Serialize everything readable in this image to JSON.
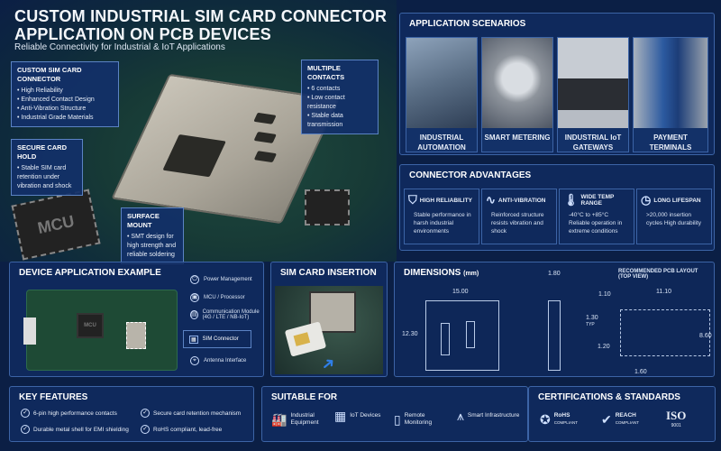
{
  "header": {
    "title_line1": "CUSTOM INDUSTRIAL SIM CARD CONNECTOR",
    "title_line2": "APPLICATION ON PCB DEVICES",
    "subtitle": "Reliable Connectivity for Industrial & IoT Applications"
  },
  "hero": {
    "chip_label": "MCU",
    "callouts": [
      {
        "title": "CUSTOM SIM CARD CONNECTOR",
        "items": [
          "High Reliability",
          "Enhanced Contact Design",
          "Anti-Vibration Structure",
          "Industrial Grade Materials"
        ]
      },
      {
        "title": "MULTIPLE CONTACTS",
        "items": [
          "6 contacts",
          "Low contact resistance",
          "Stable data transmission"
        ]
      },
      {
        "title": "SECURE CARD HOLD",
        "items": [
          "Stable SIM card retention under vibration and shock"
        ]
      },
      {
        "title": "SURFACE MOUNT",
        "items": [
          "SMT design for high strength and reliable soldering"
        ]
      }
    ]
  },
  "applications": {
    "title": "APPLICATION SCENARIOS",
    "cards": [
      {
        "label": "INDUSTRIAL AUTOMATION",
        "icon": "robot-arm"
      },
      {
        "label": "SMART METERING",
        "icon": "meter"
      },
      {
        "label": "INDUSTRIAL IoT GATEWAYS",
        "icon": "router"
      },
      {
        "label": "PAYMENT TERMINALS",
        "icon": "kiosk"
      }
    ]
  },
  "advantages": {
    "title": "CONNECTOR ADVANTAGES",
    "items": [
      {
        "title": "HIGH RELIABILITY",
        "icon": "shield-icon",
        "desc": "Stable performance in harsh industrial environments"
      },
      {
        "title": "ANTI-VIBRATION",
        "icon": "waveform-icon",
        "desc": "Reinforced structure resists vibration and shock"
      },
      {
        "title": "WIDE TEMP RANGE",
        "icon": "thermometer-icon",
        "desc": "-40°C to +85°C Reliable operation in extreme conditions"
      },
      {
        "title": "LONG LIFESPAN",
        "icon": "clock-icon",
        "desc": ">20,000 insertion cycles High durability"
      }
    ]
  },
  "device_example": {
    "title": "DEVICE APPLICATION EXAMPLE",
    "board_chip_label": "MCU",
    "items": [
      {
        "label": "Power Management",
        "icon": "power-icon"
      },
      {
        "label": "MCU / Processor",
        "icon": "cpu-icon"
      },
      {
        "label": "Communication Module (4G / LTE / NB-IoT)",
        "icon": "module-icon"
      },
      {
        "label": "SIM Connector",
        "icon": "sim-icon",
        "highlighted": true
      },
      {
        "label": "Antenna Interface",
        "icon": "antenna-icon"
      }
    ]
  },
  "insertion": {
    "title": "SIM CARD INSERTION"
  },
  "dimensions": {
    "title": "DIMENSIONS",
    "unit": "(mm)",
    "width": "15.00",
    "height": "12.30",
    "thickness": "1.80",
    "pcb_title": "RECOMMENDED PCB LAYOUT",
    "pcb_subtitle": "(TOP VIEW)",
    "pcb": {
      "pitch_x": "11.10",
      "pad_offset": "1.10",
      "pad_h": "1.30",
      "pad_note": "TYP",
      "span_y": "8.60",
      "pad_w": "1.20",
      "pad_gap": "1.60"
    }
  },
  "key_features": {
    "title": "KEY FEATURES",
    "items": [
      "6-pin high performance contacts",
      "Secure card retention mechanism",
      "Durable metal shell for EMI shielding",
      "RoHS compliant, lead-free"
    ]
  },
  "suitable_for": {
    "title": "SUITABLE FOR",
    "items": [
      {
        "label": "Industrial Equipment",
        "icon": "factory-icon"
      },
      {
        "label": "IoT Devices",
        "icon": "chip-icon"
      },
      {
        "label": "Remote Monitoring",
        "icon": "phone-monitor-icon"
      },
      {
        "label": "Smart Infrastructure",
        "icon": "tower-icon"
      }
    ]
  },
  "certifications": {
    "title": "CERTIFICATIONS & STANDARDS",
    "items": [
      {
        "name": "RoHS",
        "sub": "COMPLIANT"
      },
      {
        "name": "REACH",
        "sub": "COMPLIANT"
      },
      {
        "name": "ISO",
        "sub": "9001"
      }
    ]
  },
  "colors": {
    "background": "#0b1f45",
    "panel": "#102c60",
    "border": "#3c64a6",
    "pcb_green": "#1f4a3e"
  }
}
